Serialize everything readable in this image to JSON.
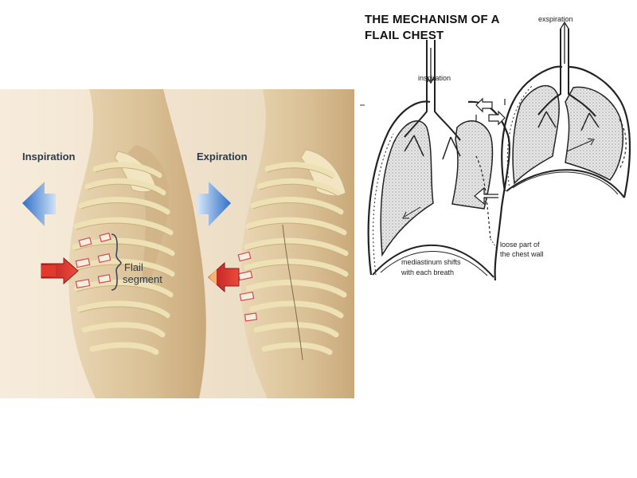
{
  "illustration": {
    "left_label": "Inspiration",
    "right_label": "Expiration",
    "flail_label_line1": "Flail",
    "flail_label_line2": "segment"
  },
  "diagram": {
    "title_line1": "THE MECHANISM OF A",
    "title_line2": "FLAIL CHEST",
    "label_expiration": "exspiration",
    "label_inspiration": "inspiration",
    "label_loose_line1": "loose part of",
    "label_loose_line2": "the chest wall",
    "label_mediastinum_line1": "mediastinum shifts",
    "label_mediastinum_line2": "with each breath"
  },
  "colors": {
    "skin": "#dcc49d",
    "skin_light": "#ecdcc0",
    "bone": "#f4e9c4",
    "arrow_blue": "#3a7fd1",
    "arrow_red": "#d8262a",
    "lung_stipple": "#bdbdbd"
  }
}
